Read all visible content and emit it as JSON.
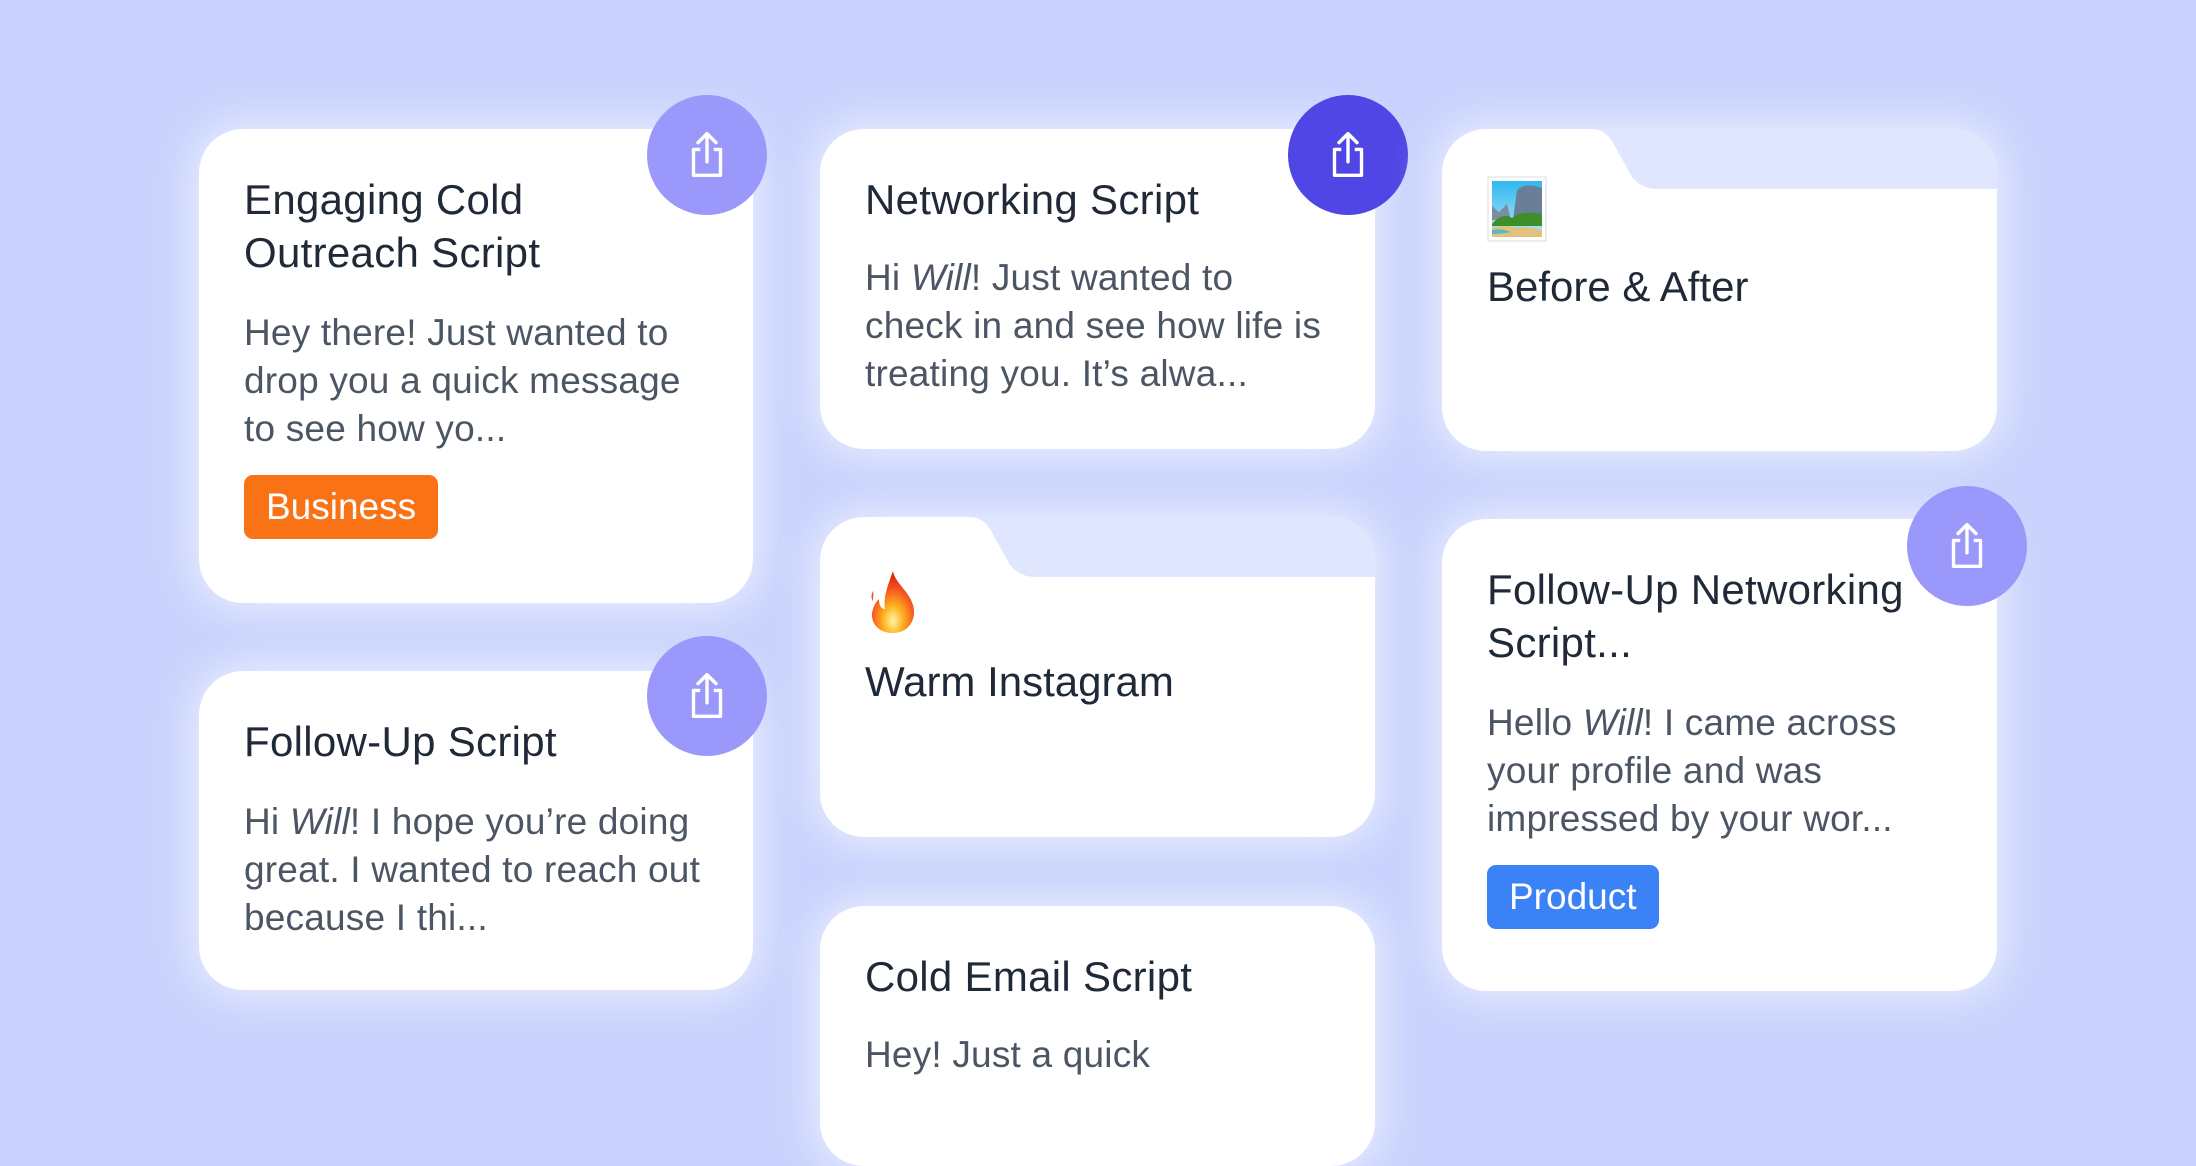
{
  "colors": {
    "background": "#c9d3fd",
    "share": "#9b98fc",
    "share_active": "#4f46e5",
    "folder_tab": "#e0e6fe",
    "business": "#f97316",
    "product": "#3b82f6"
  },
  "cards": [
    {
      "title": "Engaging Cold Outreach Script",
      "body_pre": "Hey there! Just wanted to drop you a quick message to see how yo...",
      "tag": "Business",
      "icon": "share-icon"
    },
    {
      "title": "Follow-Up Script",
      "body_pre": "Hi ",
      "name": "Will",
      "body_post": "! I hope you’re doing great. I wanted to reach out because I thi...",
      "icon": "share-icon"
    },
    {
      "title": "Networking Script",
      "body_pre": "Hi ",
      "name": "Will",
      "body_post": "! Just wanted to check in and see how life is treating you. It’s alwa...",
      "icon": "share-icon"
    },
    {
      "title": "Cold Email Script",
      "body_pre": "Hey! Just a quick"
    },
    {
      "title": "Follow-Up Networking Script...",
      "body_pre": "Hello ",
      "name": "Will",
      "body_post": "! I came across your profile and was impressed by your wor...",
      "tag": "Product",
      "icon": "share-icon"
    }
  ],
  "folders": [
    {
      "title": "Warm Instagram",
      "icon": "fire-icon"
    },
    {
      "title": "Before & After",
      "icon": "landscape-picture-icon"
    }
  ]
}
